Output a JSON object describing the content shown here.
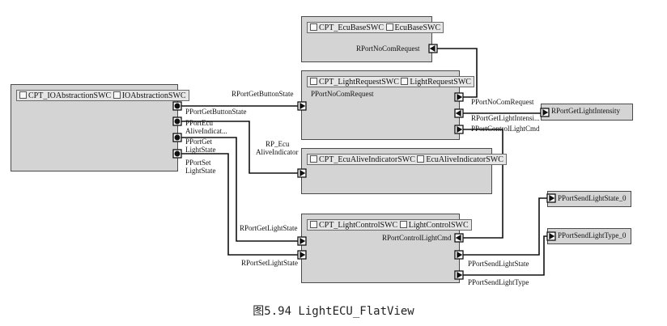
{
  "components": {
    "io": {
      "instance": "CPT_IOAbstractionSWC",
      "type": "IOAbstractionSWC"
    },
    "ecu": {
      "instance": "CPT_EcuBaseSWC",
      "type": "EcuBaseSWC"
    },
    "lreq": {
      "instance": "CPT_LightRequestSWC",
      "type": "LightRequestSWC"
    },
    "alive": {
      "instance": "CPT_EcuAliveIndicatorSWC",
      "type": "EcuAliveIndicatorSWC"
    },
    "lctl": {
      "instance": "CPT_LightControlSWC",
      "type": "LightControlSWC"
    }
  },
  "ports": {
    "io_getbutton": "PPortGetButtonState",
    "io_ecu_1": "PPortEcu",
    "io_ecu_2": "AliveIndicat...",
    "io_get_1": "PPortGet",
    "io_get_2": "LightState",
    "io_set_1": "PPortSet",
    "io_set_2": "LightState",
    "ecu_nocom": "RPortNoComRequest",
    "lreq_in_button": "RPortGetButtonState",
    "lreq_in_nocom": "PPortNoComRequest",
    "lreq_out_nocom": "PPortNoComRequest",
    "lreq_out_intensity": "RPortGetLightIntensi...",
    "lreq_out_ctrl": "PPortControlLightCmd",
    "alive_in_1": "RP_Ecu",
    "alive_in_2": "AliveIndicator",
    "lctl_in_get": "RPortGetLightState",
    "lctl_in_set": "RPortSetLightState",
    "lctl_in_ctrl": "RPortControlLightCmd",
    "lctl_out_state": "PPortSendLightState",
    "lctl_out_type": "PPortSendLightType"
  },
  "external": {
    "intensity": "RPortGetLightIntensity",
    "state": "PPortSendLightState_0",
    "type": "PPortSendLightType_0"
  },
  "caption": "图5.94  LightECU_FlatView"
}
